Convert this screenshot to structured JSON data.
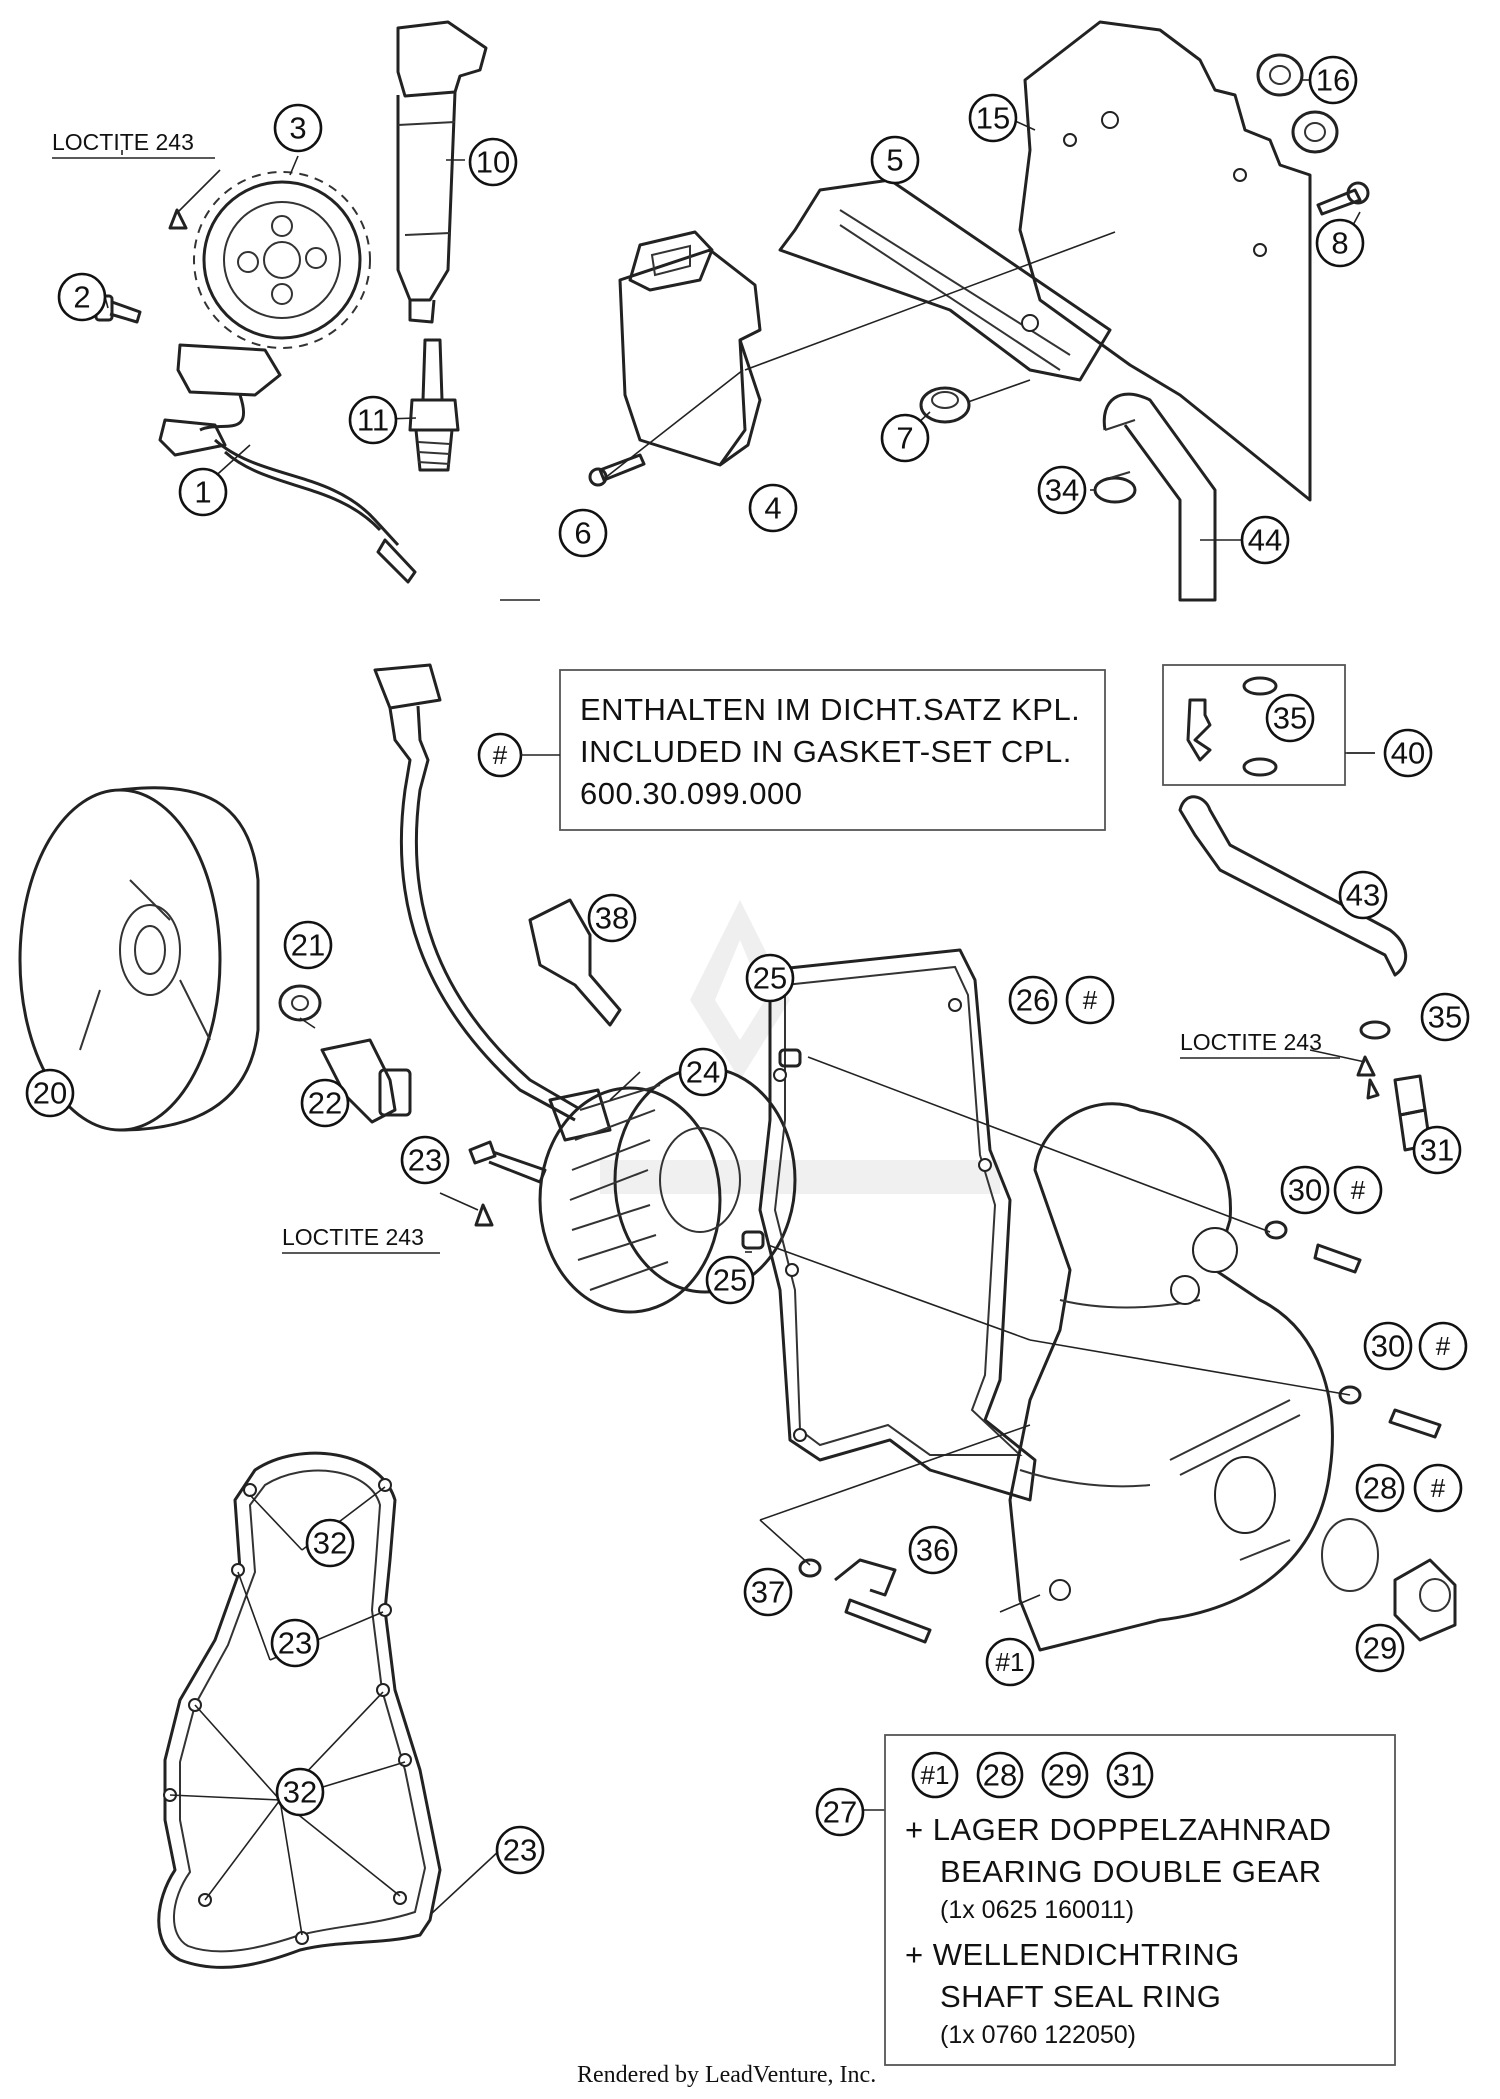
{
  "notes": {
    "loctite_1": "LOCTITE 243",
    "loctite_2": "LOCTITE 243",
    "loctite_3": "LOCTITE 243"
  },
  "gasket_box": {
    "marker": "#",
    "line1": "ENTHALTEN IM DICHT.SATZ KPL.",
    "line2": "INCLUDED IN GASKET-SET CPL.",
    "line3": "600.30.099.000"
  },
  "kit_box": {
    "ref": "27",
    "refs": [
      "#1",
      "28",
      "29",
      "31"
    ],
    "line1": "+ LAGER DOPPELZAHNRAD",
    "line2": "BEARING DOUBLE GEAR",
    "line3": "(1x 0625 160011)",
    "line4": "+ WELLENDICHTRING",
    "line5": "SHAFT SEAL RING",
    "line6": "(1x 0760 122050)"
  },
  "callouts": [
    "1",
    "2",
    "3",
    "10",
    "11",
    "4",
    "5",
    "6",
    "7",
    "15",
    "16",
    "8",
    "34",
    "44",
    "35",
    "40",
    "43",
    "35",
    "31",
    "20",
    "21",
    "22",
    "38",
    "24",
    "23",
    "25",
    "26",
    "#",
    "25",
    "30",
    "#",
    "30",
    "#",
    "28",
    "#",
    "29",
    "36",
    "37",
    "#1",
    "32",
    "23",
    "32",
    "23"
  ],
  "footer": "Rendered by LeadVenture, Inc."
}
